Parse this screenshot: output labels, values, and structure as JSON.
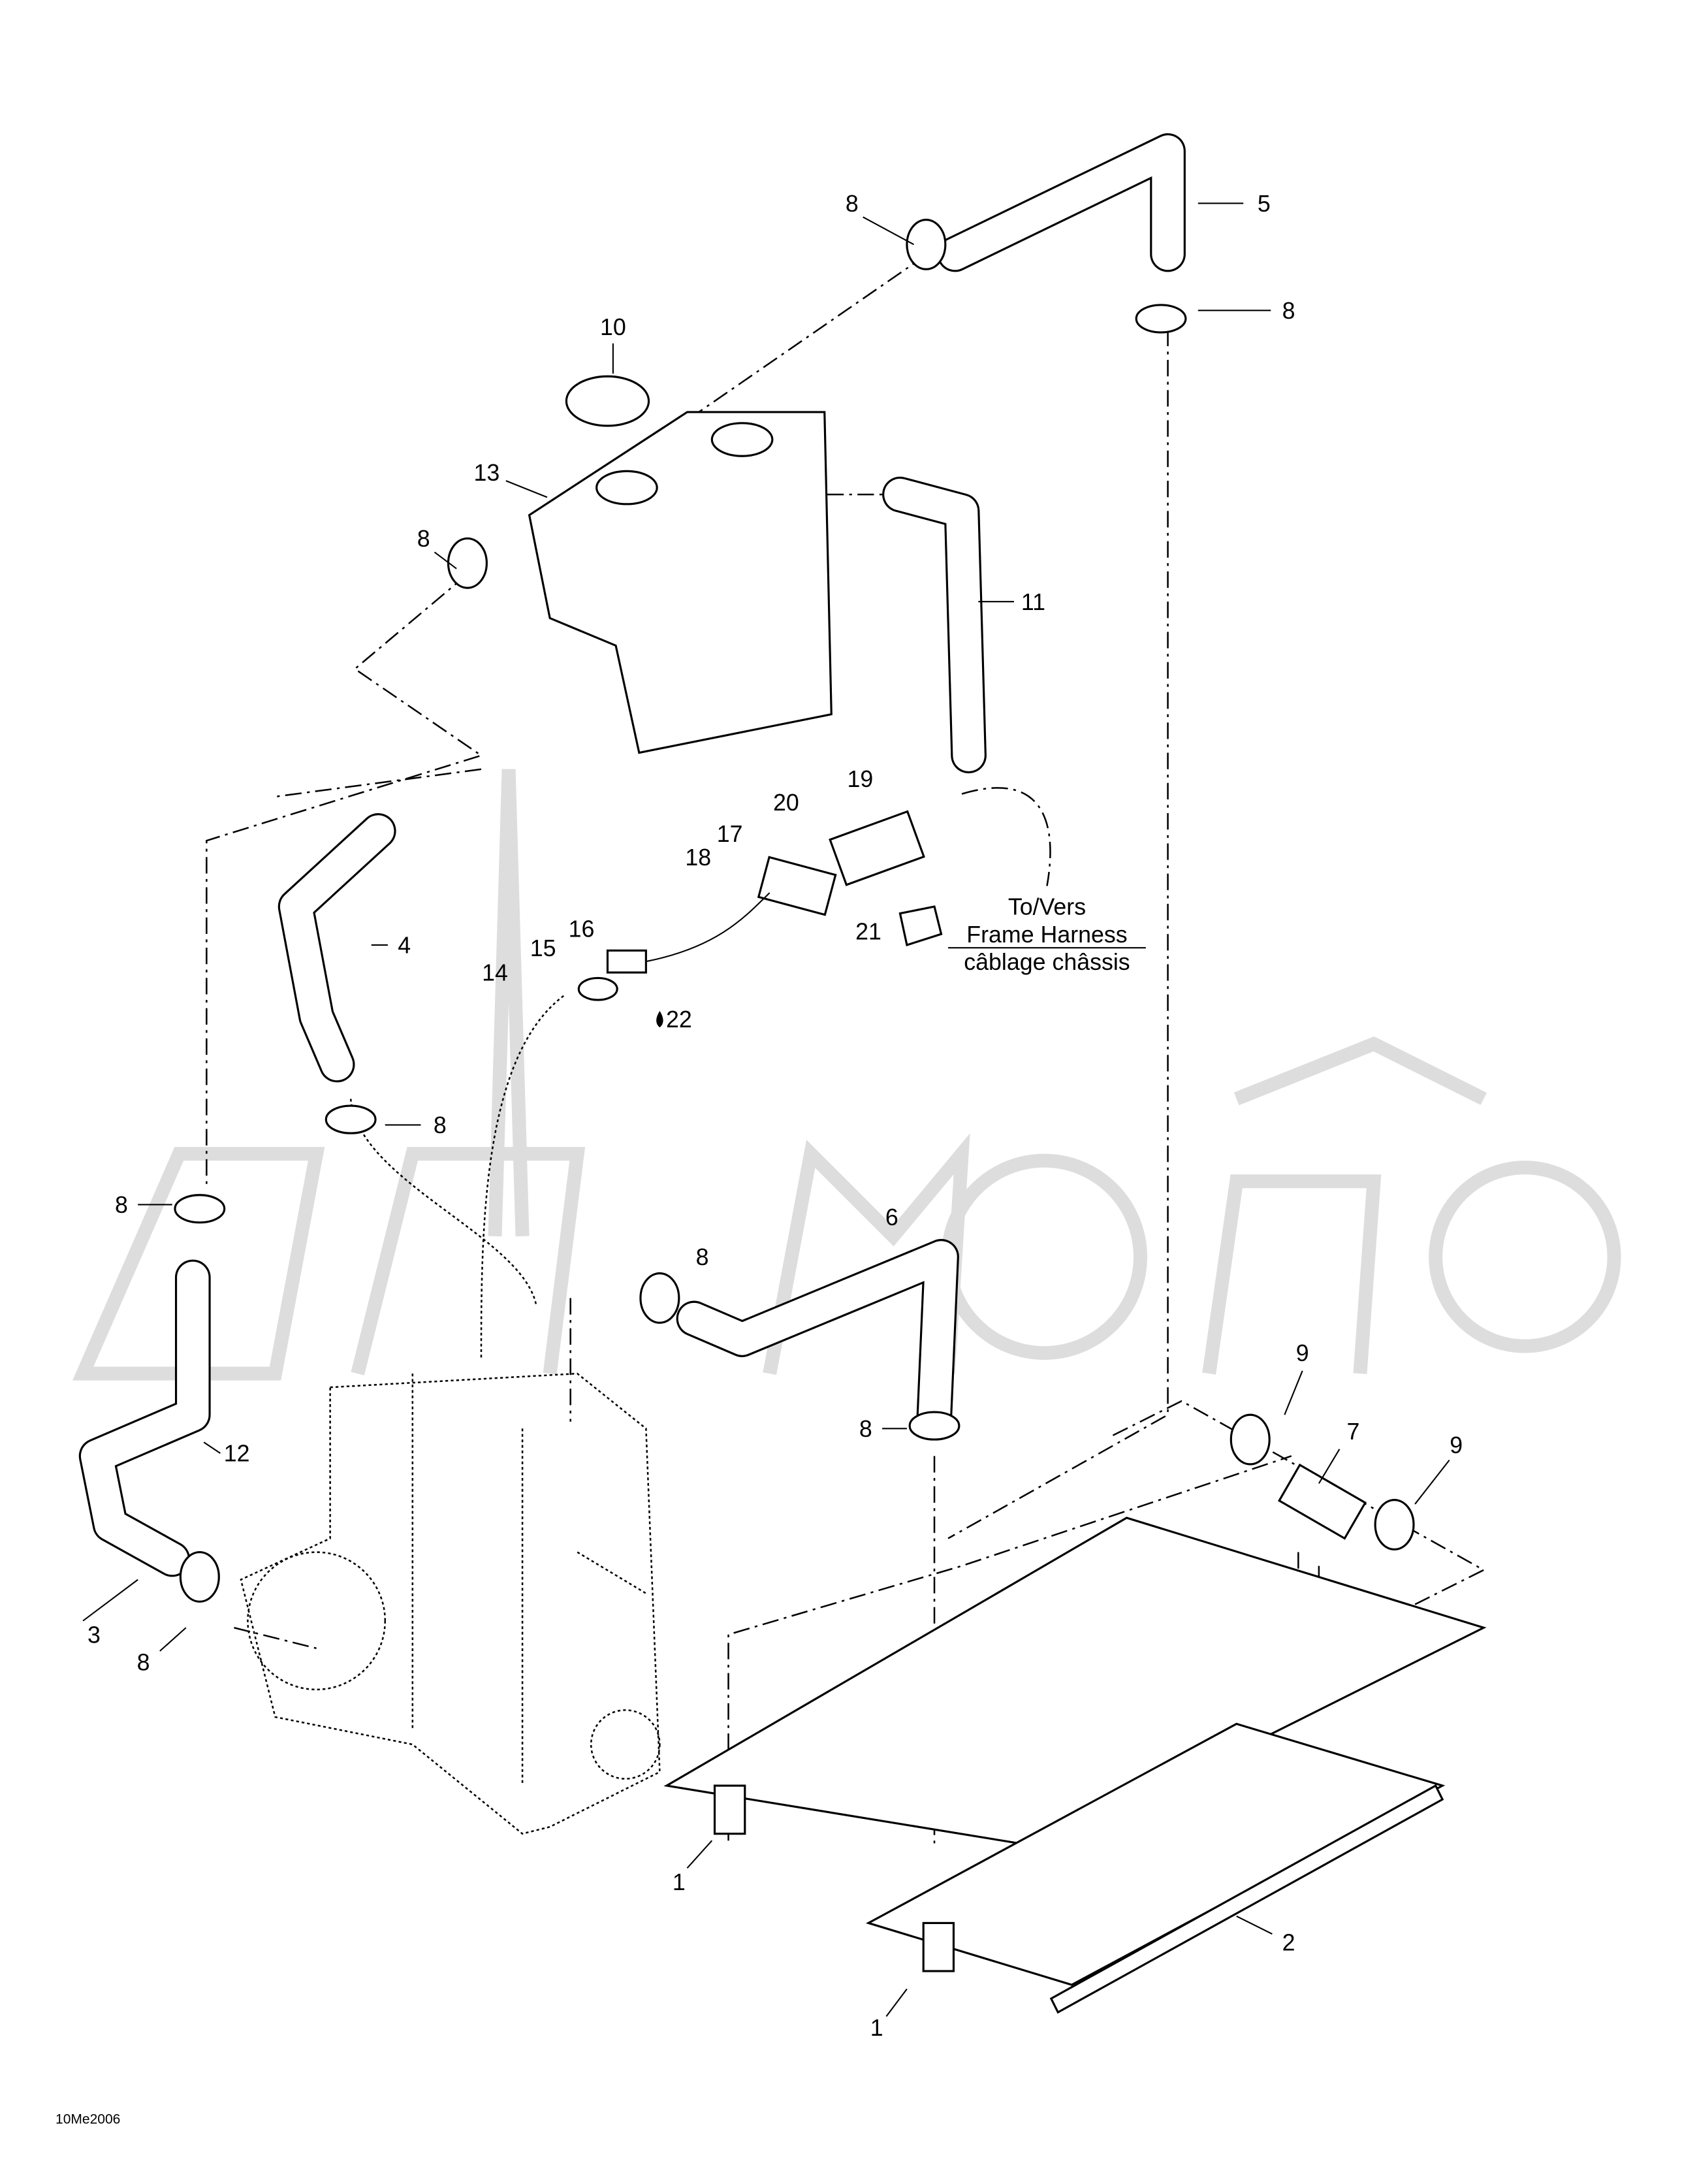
{
  "diagram": {
    "callouts": {
      "c8a": "8",
      "c5": "5",
      "c8b": "8",
      "c10": "10",
      "c13": "13",
      "c8c": "8",
      "c11": "11",
      "c19": "19",
      "c20": "20",
      "c17": "17",
      "c18": "18",
      "c16": "16",
      "c15": "15",
      "c4": "4",
      "c14": "14",
      "c22": "22",
      "c21": "21",
      "c8d": "8",
      "c8e": "8",
      "c8f": "8",
      "c6": "6",
      "c9a": "9",
      "c9b": "9",
      "c7": "7",
      "c12": "12",
      "c8g": "8",
      "c3": "3",
      "c8h": "8",
      "c1a": "1",
      "c2": "2",
      "c1b": "1"
    },
    "note": {
      "line1": "To/Vers",
      "line2": "Frame Harness",
      "line3": "câblage châssis"
    },
    "code": "10Me2006",
    "watermark": "АвтоМото"
  }
}
